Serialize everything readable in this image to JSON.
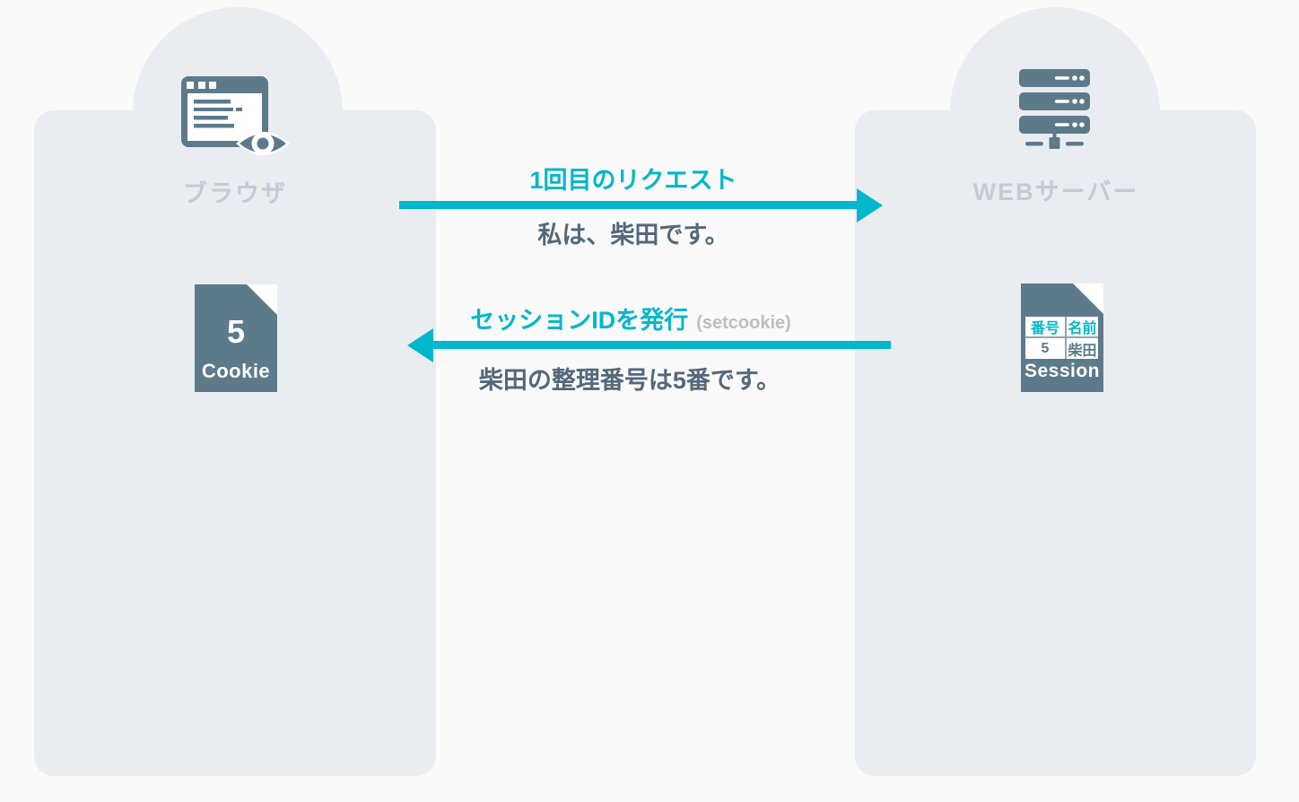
{
  "colors": {
    "accent": "#00b7cb",
    "slate": "#5d7a8a",
    "panel_bg": "#e9edf2",
    "page_bg": "#fafafa",
    "muted_label": "#c3ccd6",
    "dark_text": "#54687b",
    "note_text": "#b6c0c8"
  },
  "left_panel": {
    "label": "ブラウザ",
    "icon": "browser-window-eye-icon",
    "cookie_doc": {
      "value": "5",
      "label": "Cookie"
    }
  },
  "right_panel": {
    "label": "WEBサーバー",
    "icon": "server-stack-icon",
    "session_doc": {
      "label": "Session",
      "table": {
        "headers": [
          "番号",
          "名前"
        ],
        "row": [
          "5",
          "柴田"
        ]
      }
    }
  },
  "messages": [
    {
      "direction": "right",
      "title": "1回目のリクエスト",
      "subtitle": "私は、柴田です。"
    },
    {
      "direction": "left",
      "title": "セッションIDを発行",
      "title_note": "(setcookie)",
      "subtitle": "柴田の整理番号は5番です。"
    }
  ]
}
